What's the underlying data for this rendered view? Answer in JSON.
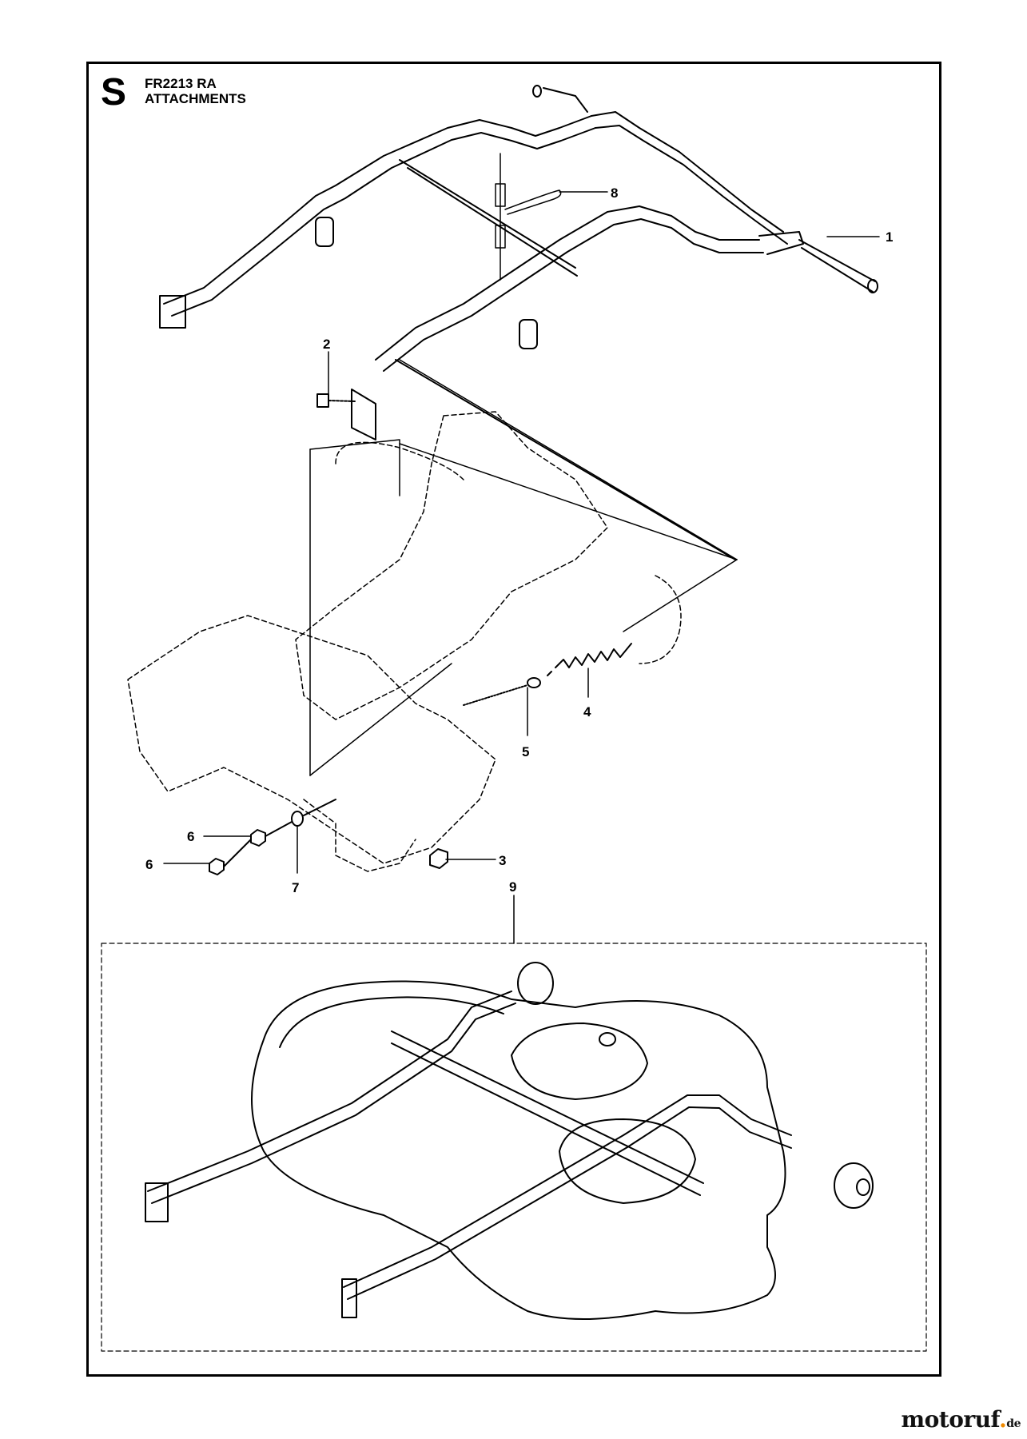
{
  "header": {
    "section_letter": "S",
    "model_code": "FR2213 RA",
    "section_title": "ATTACHMENTS"
  },
  "callouts": [
    {
      "id": "1",
      "label": "1"
    },
    {
      "id": "2",
      "label": "2"
    },
    {
      "id": "3",
      "label": "3"
    },
    {
      "id": "4",
      "label": "4"
    },
    {
      "id": "5",
      "label": "5"
    },
    {
      "id": "6a",
      "label": "6"
    },
    {
      "id": "6b",
      "label": "6"
    },
    {
      "id": "7",
      "label": "7"
    },
    {
      "id": "8",
      "label": "8"
    },
    {
      "id": "9",
      "label": "9"
    }
  ],
  "watermark": {
    "brand": "motoruf",
    "tld": "de",
    "dot_color": "#f08a00"
  }
}
